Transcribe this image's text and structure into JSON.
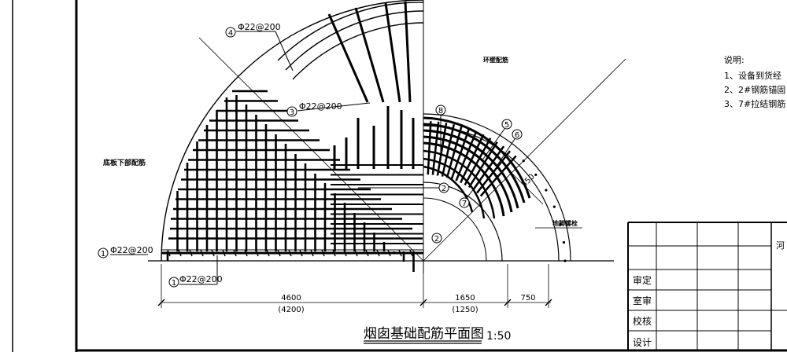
{
  "drawing_title": "烟囱基础配筋平面图",
  "drawing_scale": "1:50",
  "labels": {
    "bottom_rebar": "底板下部配筋",
    "wall_rebar": "环壁配筋",
    "anchor_bolt": "地脚螺栓"
  },
  "rebar_callouts": [
    {
      "num": "1",
      "spec": "Φ22@200"
    },
    {
      "num": "1",
      "spec": "Φ22@200"
    },
    {
      "num": "2",
      "spec": ""
    },
    {
      "num": "2",
      "spec": ""
    },
    {
      "num": "3",
      "spec": "Φ22@200"
    },
    {
      "num": "4",
      "spec": "Φ22@200"
    },
    {
      "num": "5",
      "spec": ""
    },
    {
      "num": "6",
      "spec": ""
    },
    {
      "num": "7",
      "spec": ""
    },
    {
      "num": "8",
      "spec": ""
    }
  ],
  "dimensions": {
    "d1": "4600",
    "d1_sub": "(4200)",
    "d2": "1650",
    "d2_sub": "(1250)",
    "d3": "750",
    "d4": "350"
  },
  "notes": {
    "heading": "说明:",
    "items": [
      "1、设备到货经",
      "2、2#钢筋锚固",
      "3、7#拉结钢筋"
    ]
  },
  "title_block": {
    "org": "河",
    "roles": [
      "审定",
      "室审",
      "校核",
      "设计"
    ]
  }
}
